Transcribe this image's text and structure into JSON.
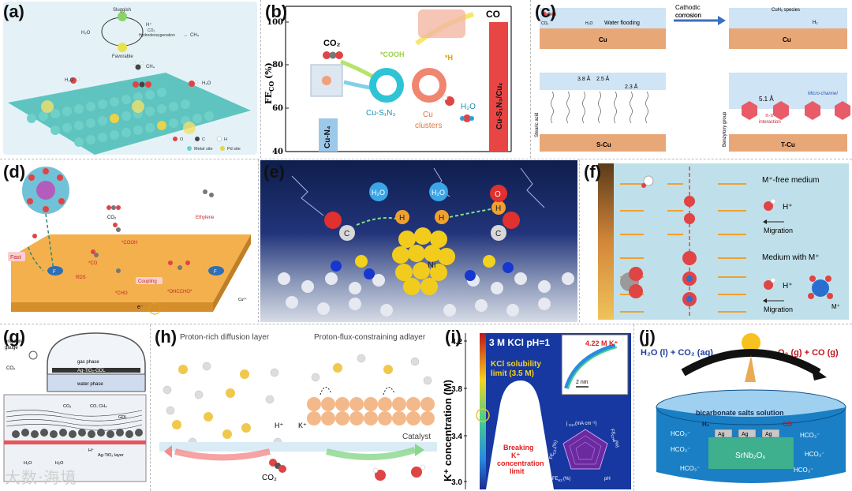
{
  "panels": {
    "a": {
      "label": "(a)",
      "sluggish": "Sluggish",
      "favorable": "Favorable",
      "h2o": "H₂O",
      "hplus": "H⁺",
      "co2": "CO₂",
      "hydro": "Hydrodeoxygenation",
      "ch4": "CH₄",
      "arrow_to": "→",
      "legend_o": "O",
      "legend_c": "C",
      "legend_h": "H",
      "legend_metal": "Metal site",
      "legend_pd": "Pd site"
    },
    "b": {
      "label": "(b)",
      "ylabel": "FE",
      "ylabel_sub": "CO",
      "ylabel_unit": "(%)",
      "yticks": [
        "100",
        "80",
        "60",
        "40"
      ],
      "co2": "CO₂",
      "co": "CO",
      "cooh": "*COOH",
      "h": "*H",
      "cu_s1n3": "Cu-S₁N₃",
      "cu_clusters_1": "Cu",
      "cu_clusters_2": "clusters",
      "h2o": "H₂O",
      "cu_n4": "Cu-N₄",
      "cu_s1n3_cux": "Cu-S₁N₃/Cuₓ"
    },
    "c": {
      "label": "(c)",
      "cathodic_1": "Cathodic",
      "cathodic_2": "corrosion",
      "co2": "CO₂",
      "h2o": "H₂O",
      "water_flooding": "Water flooding",
      "cuhx": "CuHₓ species",
      "h2": "H₂",
      "cu": "Cu",
      "d1": "3.8 Å",
      "d2": "2.5 Å",
      "d3": "2.3 Å",
      "stearic": "Stearic acid",
      "benzyloxy": "Benzyloxy group",
      "d4": "5.1 Å",
      "micro": "Micro-channel",
      "pipi": "π-π",
      "interaction": "interaction",
      "scu": "S-Cu",
      "tcu": "T-Cu"
    },
    "d": {
      "label": "(d)",
      "co2": "CO₂",
      "cooh": "*COOH",
      "co": "*CO",
      "rds": "RDS",
      "cho": "*CHO",
      "coupling": "Coupling",
      "ochcho": "*OHCCHO*",
      "ethylene": "Ethylene",
      "fast": "Fast",
      "f": "F",
      "eminus": "e⁻",
      "cu": "Cu⁰⁺"
    },
    "e": {
      "label": "(e)",
      "h2o": "H₂O",
      "h": "H",
      "o": "O",
      "c": "C",
      "ni": "Ni"
    },
    "f": {
      "label": "(f)",
      "free": "M⁺-free medium",
      "hplus": "H⁺",
      "migration": "Migration",
      "with": "Medium with M⁺",
      "mplus": "M⁺"
    },
    "g": {
      "label": "(g)",
      "pressure_1": "pressure",
      "pressure_2": "gauge",
      "co2": "CO₂",
      "gas": "gas phase",
      "gdl_label": "Ag-TiO₂-GDL",
      "water": "water phase",
      "co2b": "CO₂",
      "coch4": "CO, CH₄",
      "gdl": "GDL",
      "h2o": "H₂O",
      "hplus": "H⁺",
      "layer": "Ag-TiO₂ layer"
    },
    "h": {
      "label": "(h)",
      "left_title": "Proton-rich diffusion layer",
      "right_title": "Proton-flux-constraining adlayer",
      "hplus": "H⁺",
      "kplus": "K⁺",
      "catalyst": "Catalyst",
      "co2": "CO₂"
    },
    "i": {
      "label": "(i)",
      "ylabel": "K⁺ concentration (M)",
      "yticks": [
        "4.2",
        "3.8",
        "3.4",
        "3.0"
      ],
      "title": "3 M KCl  pH=1",
      "solubility_1": "KCl solubility",
      "solubility_2": "limit (3.5 M)",
      "conc": "4.22 M K⁺",
      "scale": "2 nm",
      "breaking_1": "Breaking",
      "breaking_2": "K⁺",
      "breaking_3": "concentration",
      "breaking_4": "limit",
      "radar_top": "j",
      "radar_top_sub": "C2+",
      "radar_top_unit": " (mA cm⁻²)",
      "radar_left": "FE",
      "radar_left_sub": "C2+",
      "radar_left_unit": " (%)",
      "radar_right": "FE",
      "radar_right_sub": "CH4",
      "radar_right_unit": " (%)",
      "radar_bl": "FE",
      "radar_bl_sub": "H2",
      "radar_bl_unit": " (%)",
      "radar_br": "pH"
    },
    "j": {
      "label": "(j)",
      "reactants": "H₂O (l) + CO₂ (aq)",
      "products": "O₂ (g) + CO (g)",
      "solution": "bicarbonate salts solution",
      "hco3": "HCO₃⁻",
      "ag": "Ag",
      "catalyst": "SrNb₂O₆",
      "h2": "H₂",
      "co": "CO"
    }
  },
  "watermark": "大数·海境",
  "colors": {
    "panel_blue": "#cfe6f5",
    "panel_f_bg": "#bfe0ea",
    "cu_orange": "#e8a777",
    "i_bg": "#1638a0",
    "j_bg": "#1a7fc4",
    "orange_slab": "#f3b04c"
  }
}
